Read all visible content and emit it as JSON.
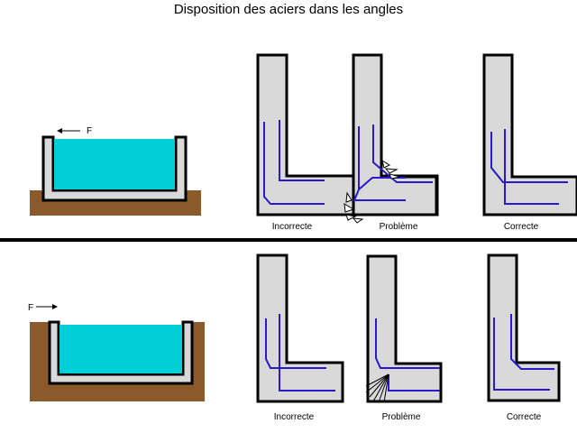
{
  "title": "Disposition des aciers dans les angles",
  "force_label": "F",
  "top_row": {
    "labels": [
      "Incorrecte",
      "Problème",
      "Correcte"
    ]
  },
  "bottom_row": {
    "labels": [
      "Incorrecte",
      "Problème",
      "Correcte"
    ]
  },
  "colors": {
    "concrete": "#d9d9d9",
    "water": "#00cfd8",
    "soil": "#8b5a2b",
    "rebar": "#2a1acb",
    "outline": "#000000"
  }
}
